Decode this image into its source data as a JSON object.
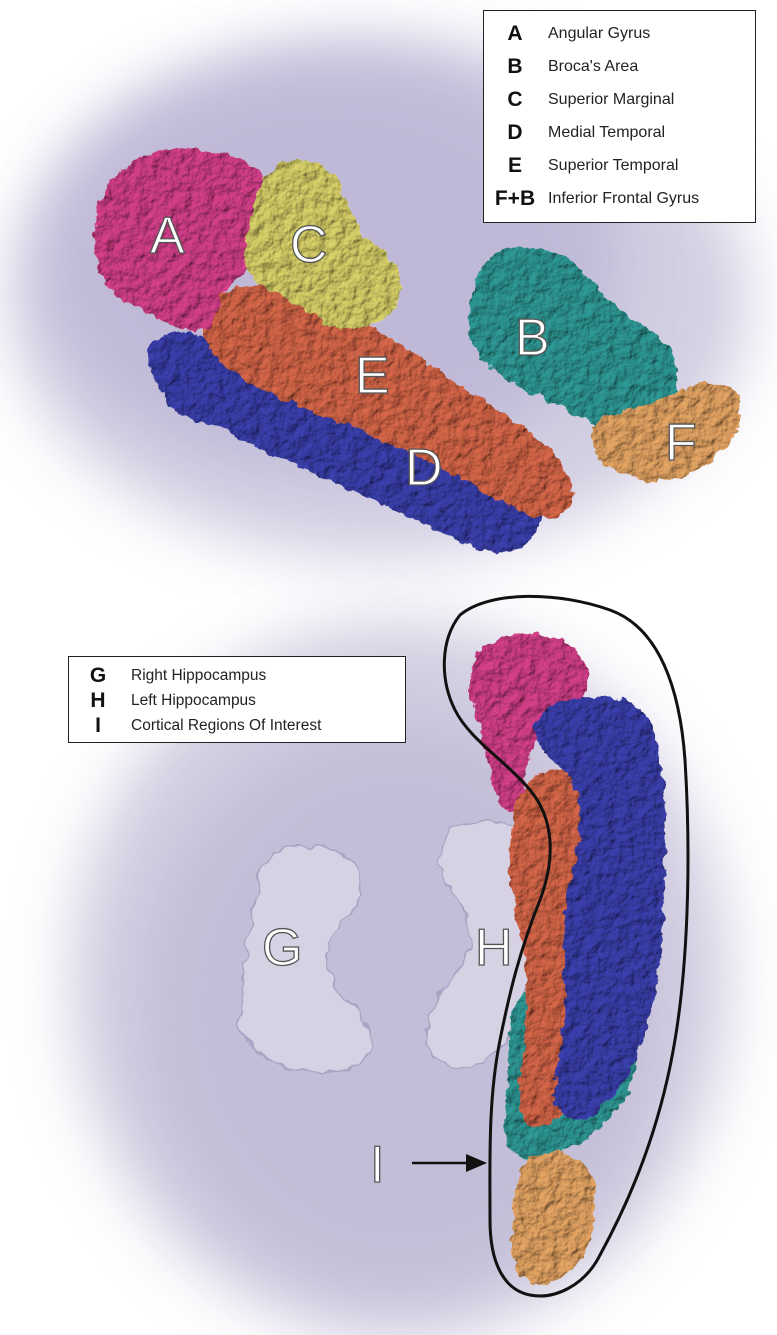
{
  "legend_top": [
    {
      "key": "A",
      "label": "Angular Gyrus"
    },
    {
      "key": "B",
      "label": "Broca's Area"
    },
    {
      "key": "C",
      "label": "Superior Marginal"
    },
    {
      "key": "D",
      "label": "Medial Temporal"
    },
    {
      "key": "E",
      "label": "Superior Temporal"
    },
    {
      "key": "F+B",
      "label": "Inferior Frontal Gyrus"
    }
  ],
  "legend_bottom": [
    {
      "key": "G",
      "label": "Right Hippocampus"
    },
    {
      "key": "H",
      "label": "Left Hippocampus"
    },
    {
      "key": "I",
      "label": "Cortical Regions Of Interest"
    }
  ],
  "region_letters": {
    "A": "A",
    "B": "B",
    "C": "C",
    "D": "D",
    "E": "E",
    "F": "F",
    "G": "G",
    "H": "H",
    "I": "I"
  },
  "colors": {
    "brain_haze": "#b9b3d2",
    "angular_gyrus": "#d8408c",
    "superior_marginal": "#dcd46a",
    "superior_temporal": "#d9674a",
    "medial_temporal": "#3a3fb0",
    "brocas_area": "#2f9b98",
    "inferior_frontal": "#e8a765",
    "hippocampus": "#d6d2e4"
  }
}
